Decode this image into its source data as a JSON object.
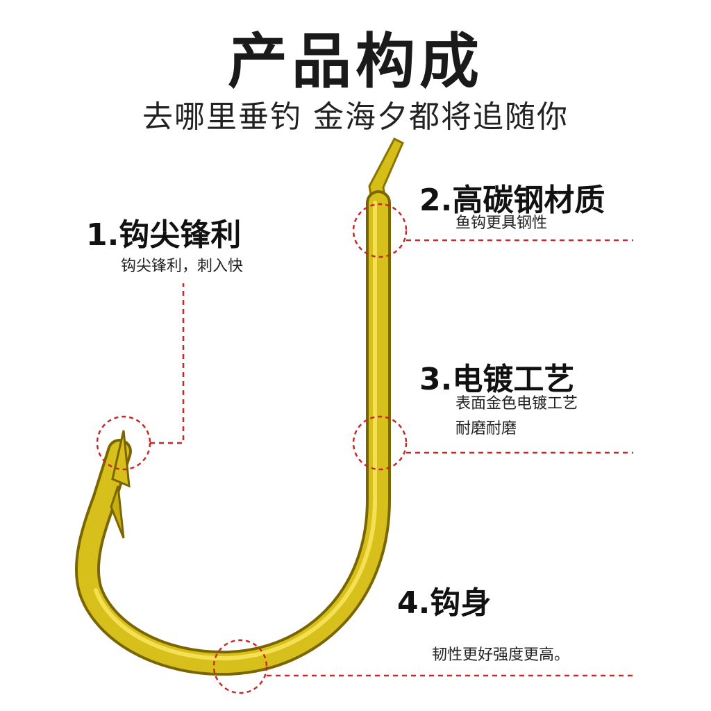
{
  "header": {
    "title": "产品构成",
    "subtitle": "去哪里垂钓 金海夕都将追随你"
  },
  "colors": {
    "hook_gold": "#d9c21a",
    "hook_edge": "#8a7400",
    "callout_red": "#c62828"
  },
  "callouts": [
    {
      "title": "1.钩尖锋利",
      "desc": [
        "钩尖锋利，刺入快"
      ]
    },
    {
      "title": "2.高碳钢材质",
      "desc": [
        "鱼钩更具钢性"
      ]
    },
    {
      "title": "3.电镀工艺",
      "desc": [
        "表面金色电镀工艺",
        "耐磨耐磨"
      ]
    },
    {
      "title": "4.钩身",
      "desc": [
        "韧性更好强度更高。"
      ]
    }
  ]
}
